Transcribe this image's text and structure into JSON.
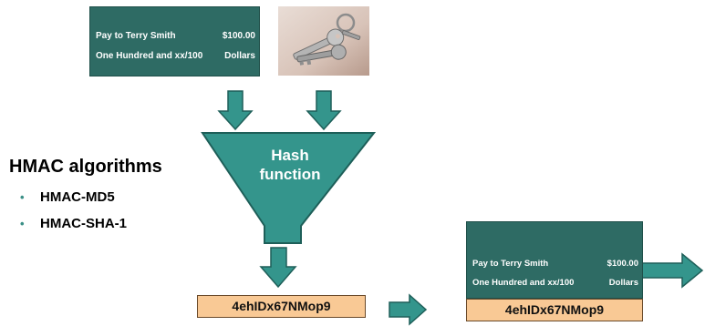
{
  "message_check": {
    "payee_line": "Pay to Terry Smith",
    "amount": "$100.00",
    "words_line": "One Hundred and xx/100",
    "currency_word": "Dollars"
  },
  "hash_function": {
    "line1": "Hash",
    "line2": "function"
  },
  "hmac": {
    "heading": "HMAC algorithms",
    "algorithms": [
      "HMAC-MD5",
      "HMAC-SHA-1"
    ]
  },
  "hash_output": "4ehIDx67NMop9",
  "colors": {
    "teal_arrow": "#34958c",
    "check_background": "#2e6b64",
    "hash_box_fill": "#f9c995",
    "bullet": "#3a8f86"
  },
  "icons": {
    "bullet": "bullet-dot-icon",
    "keys": "keys-photo-icon"
  }
}
